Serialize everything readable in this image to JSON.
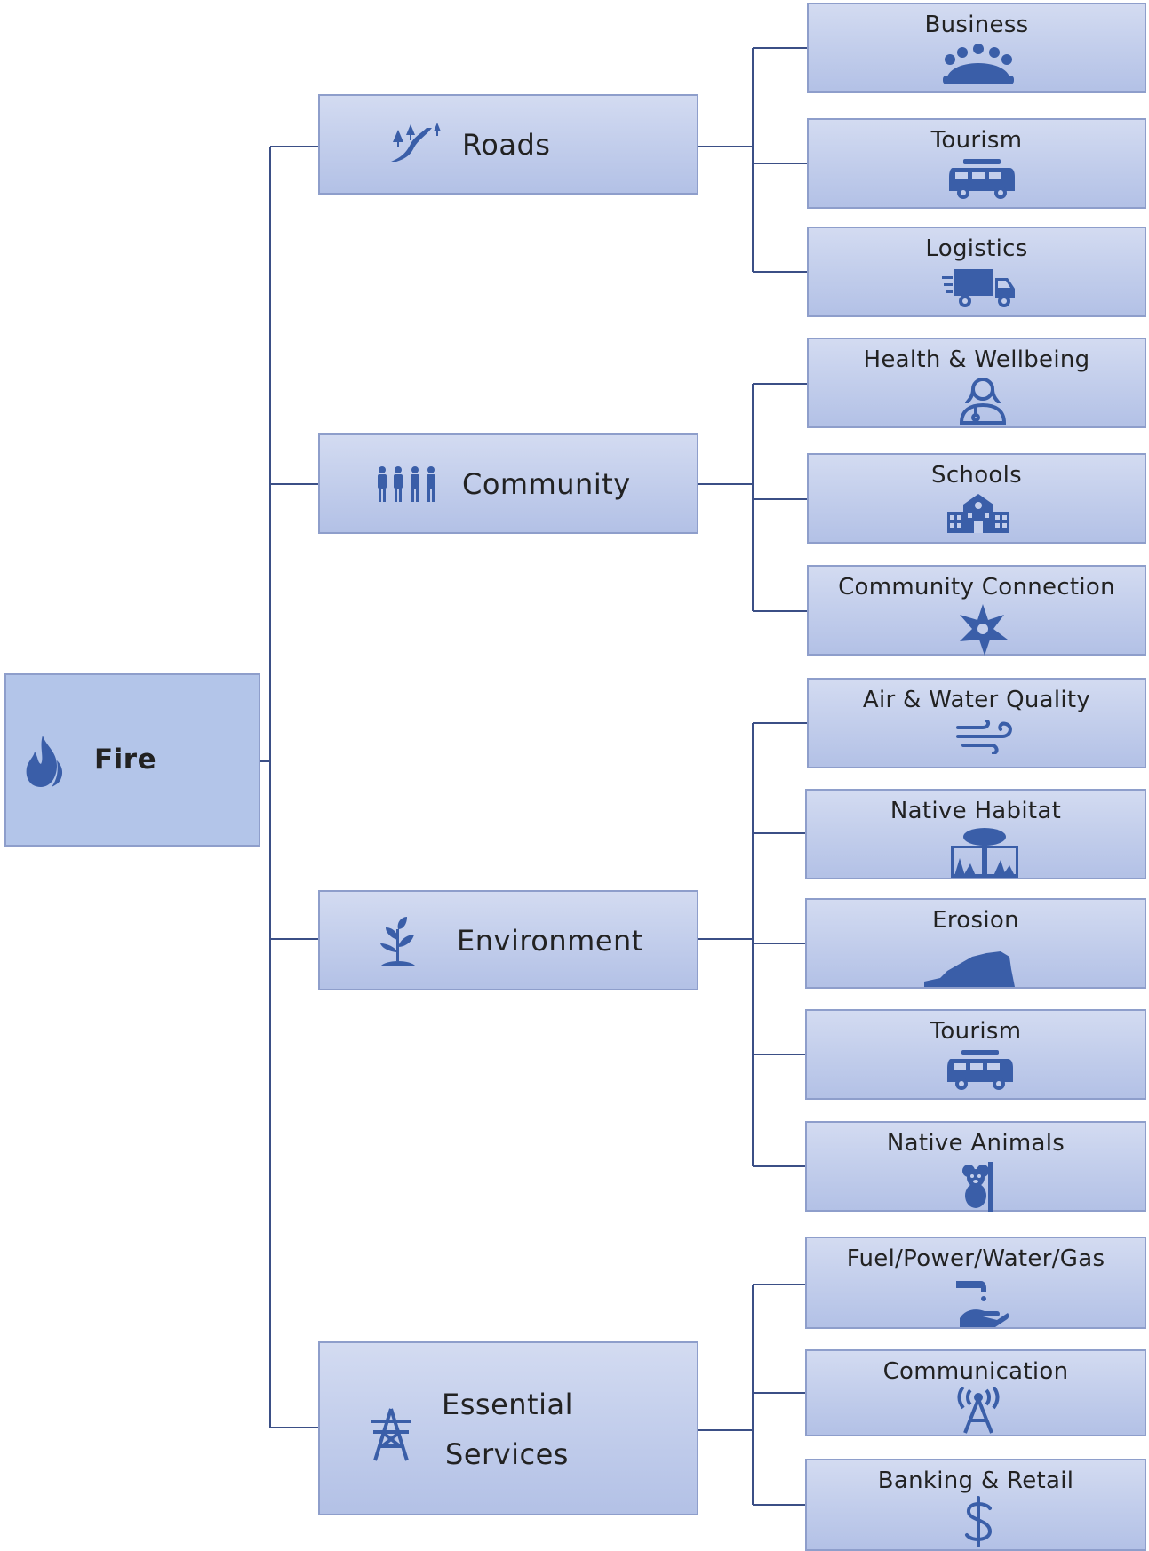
{
  "accent_color": "#3a5ea8",
  "line_color": "#3b4f86",
  "root": {
    "label": "Fire",
    "icon": "flame-icon"
  },
  "categories": [
    {
      "label": "Roads",
      "icon": "road-icon",
      "children": [
        {
          "label": "Business",
          "icon": "meeting-icon"
        },
        {
          "label": "Tourism",
          "icon": "van-icon"
        },
        {
          "label": "Logistics",
          "icon": "truck-icon"
        }
      ]
    },
    {
      "label": "Community",
      "icon": "people-icon",
      "children": [
        {
          "label": "Health & Wellbeing",
          "icon": "doctor-icon"
        },
        {
          "label": "Schools",
          "icon": "school-icon"
        },
        {
          "label": "Community Connection",
          "icon": "hands-circle-icon"
        }
      ]
    },
    {
      "label": "Environment",
      "icon": "plant-icon",
      "children": [
        {
          "label": "Air & Water Quality",
          "icon": "wind-icon"
        },
        {
          "label": "Native Habitat",
          "icon": "tree-habitat-icon"
        },
        {
          "label": "Erosion",
          "icon": "landslide-icon"
        },
        {
          "label": "Tourism",
          "icon": "van-icon"
        },
        {
          "label": "Native Animals",
          "icon": "koala-icon"
        }
      ]
    },
    {
      "label_line1": "Essential",
      "label_line2": "Services",
      "icon": "power-tower-icon",
      "children": [
        {
          "label": "Fuel/Power/Water/Gas",
          "icon": "tap-hand-icon"
        },
        {
          "label": "Communication",
          "icon": "antenna-icon"
        },
        {
          "label": "Banking & Retail",
          "icon": "dollar-icon"
        }
      ]
    }
  ]
}
